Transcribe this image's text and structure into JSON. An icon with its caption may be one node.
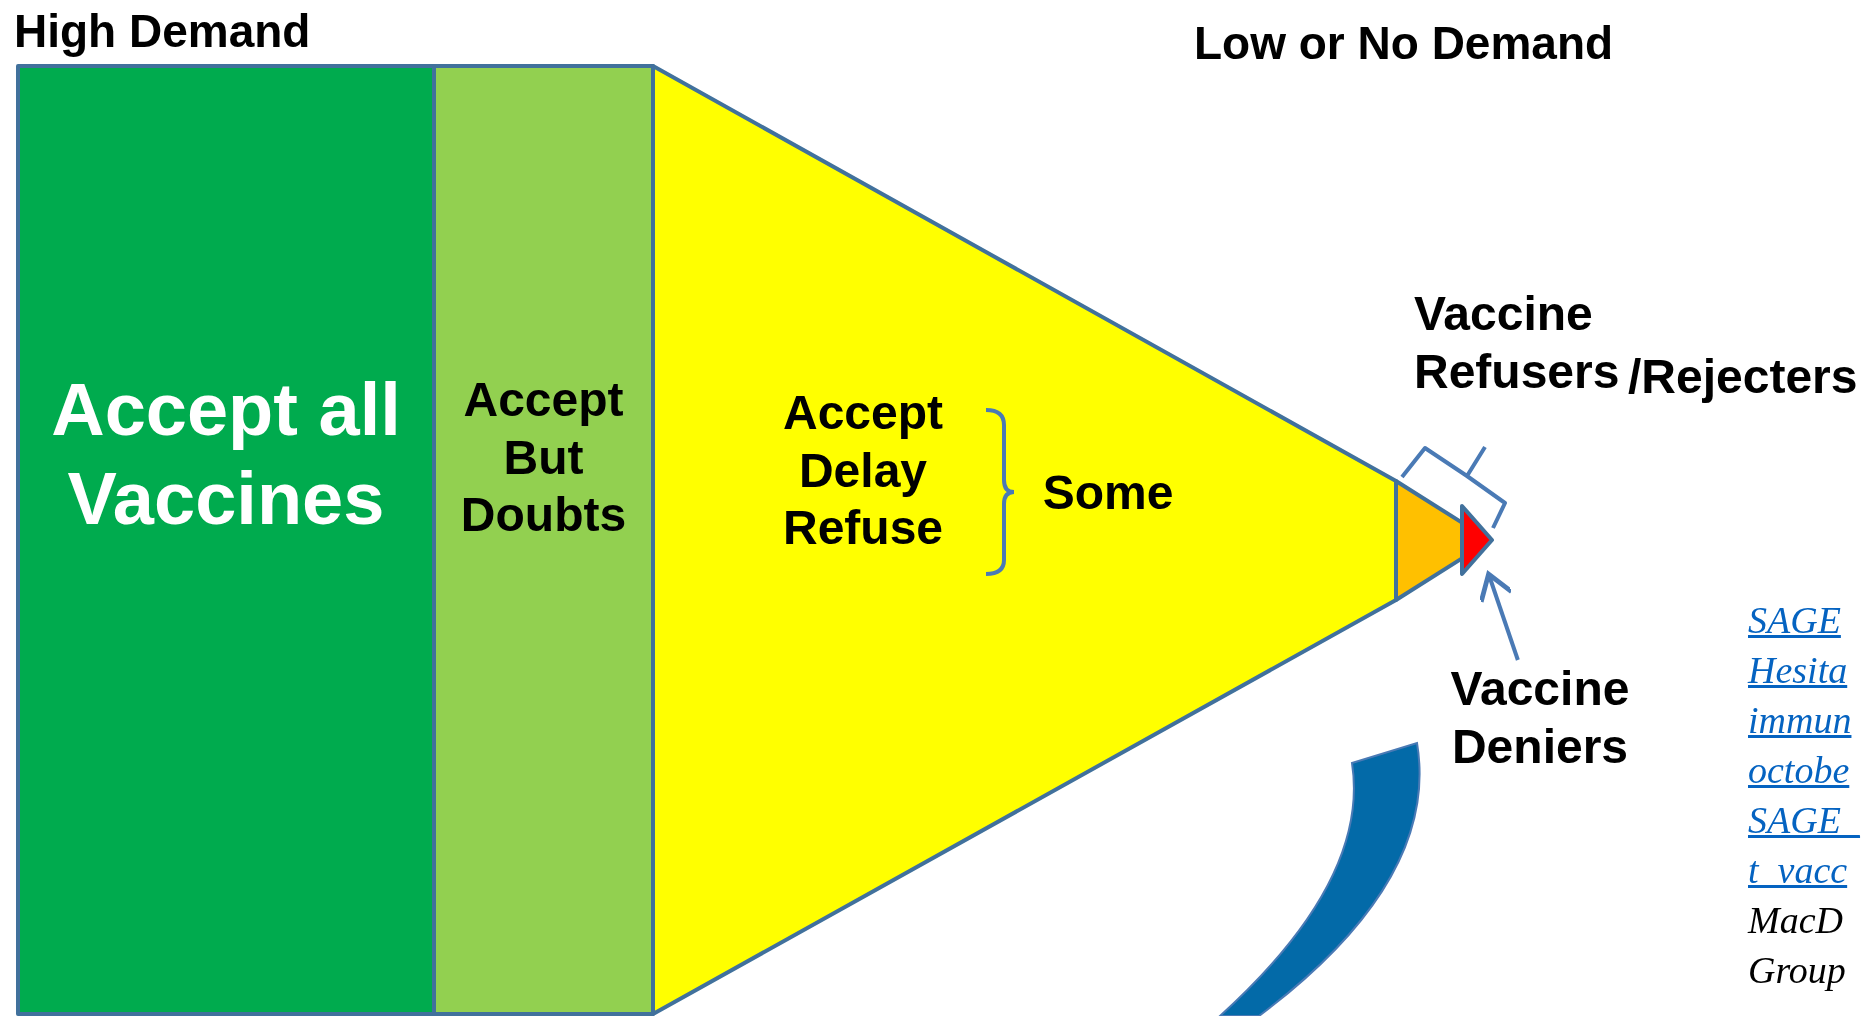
{
  "diagram": {
    "nodes": [
      {
        "text": [
          "Accept all Vaccines"
        ]
      },
      {
        "text": [
          "Accept But Doubts"
        ]
      },
      {
        "text": [
          "Accept Delay Refuse",
          "Some"
        ]
      },
      {
        "text": [],
        "shape": "trapezoid"
      },
      {
        "text": [],
        "shape": "triangle"
      },
      {
        "text": [
          "Vaccine Deniers"
        ]
      },
      {
        "text": [],
        "shape": "arc"
      }
    ],
    "edges": [
      {
        "from": 5,
        "to": 4,
        "arrow": "to"
      }
    ],
    "labels": [
      "High Demand",
      "Low or No Demand",
      "Vaccine Refusers",
      "/Rejecters",
      "SAGE",
      "Hesita",
      "immun",
      "octobe",
      "SAGE_",
      "t_vacc",
      "MacD",
      "Group"
    ]
  }
}
